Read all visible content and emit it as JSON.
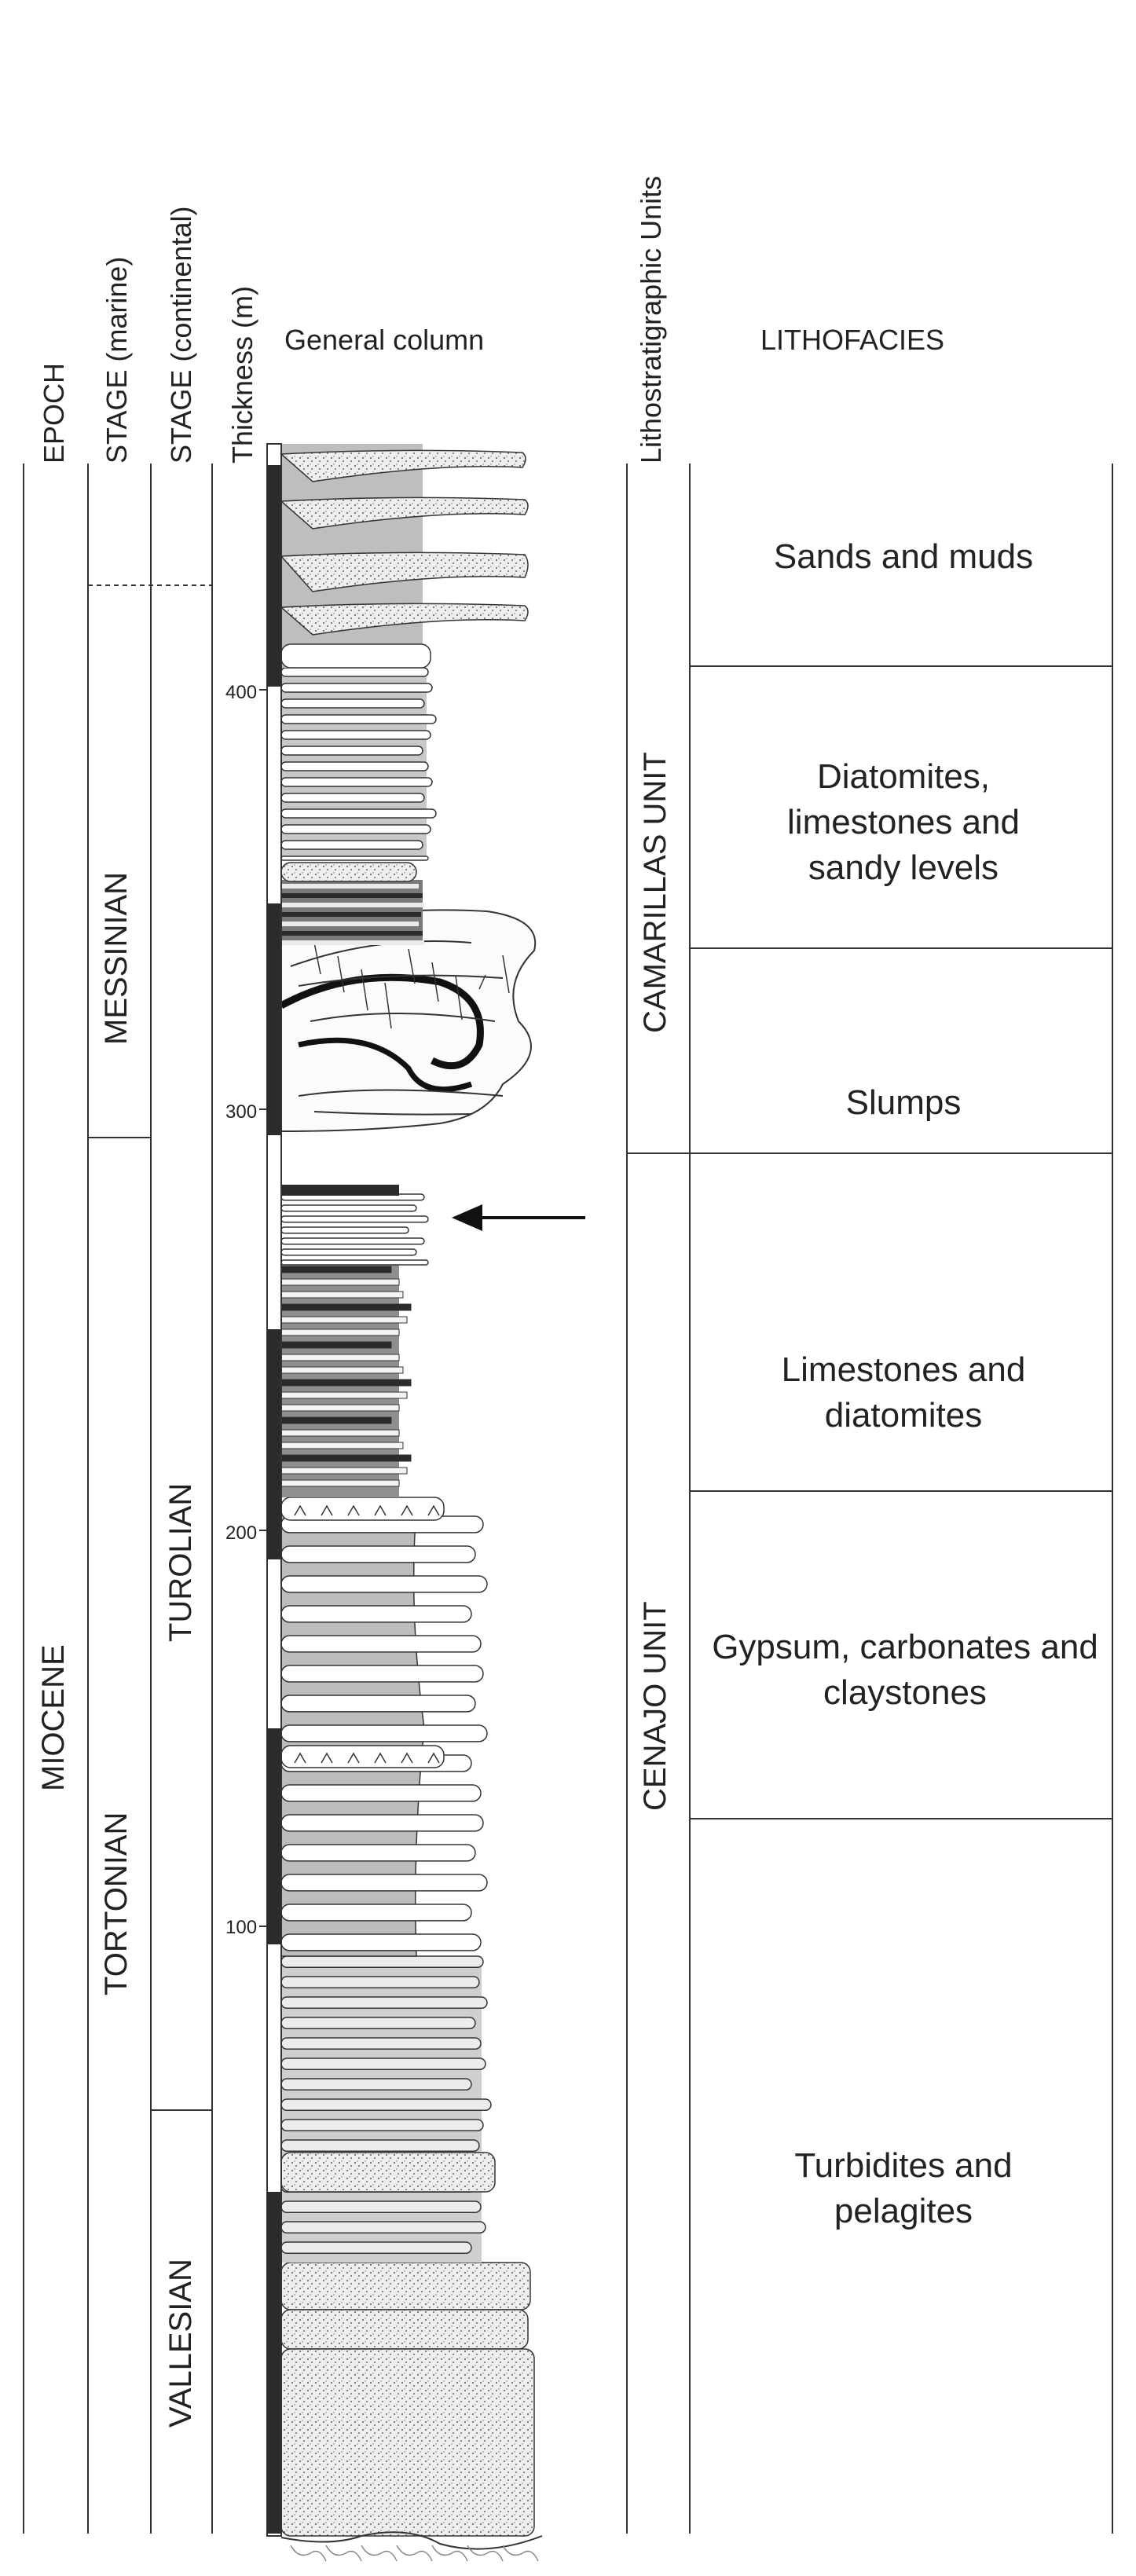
{
  "headers": {
    "epoch": "EPOCH",
    "stage_marine": "STAGE (marine)",
    "stage_continental": "STAGE (continental)",
    "thickness": "Thickness (m)",
    "general_column": "General column",
    "litho_units": "Lithostratigraphic Units",
    "lithofacies": "LITHOFACIES"
  },
  "epoch": "MIOCENE",
  "stages_marine": [
    "MESSINIAN",
    "TORTONIAN"
  ],
  "stages_continental": [
    "TUROLIAN",
    "VALLESIAN"
  ],
  "units": [
    "CAMARILLAS UNIT",
    "CENAJO UNIT"
  ],
  "lithofacies": [
    "Sands and muds",
    "Diatomites, limestones and sandy levels",
    "Slumps",
    "Limestones and diatomites",
    "Gypsum, carbonates and claystones",
    "Turbidites and pelagites"
  ],
  "thickness_ticks": [
    "400",
    "300",
    "200",
    "100"
  ],
  "colors": {
    "line": "#333333",
    "dark_fill": "#2b2b2b",
    "gray_fill": "#bdbdbd",
    "sand_fill": "#e6e6e6"
  }
}
